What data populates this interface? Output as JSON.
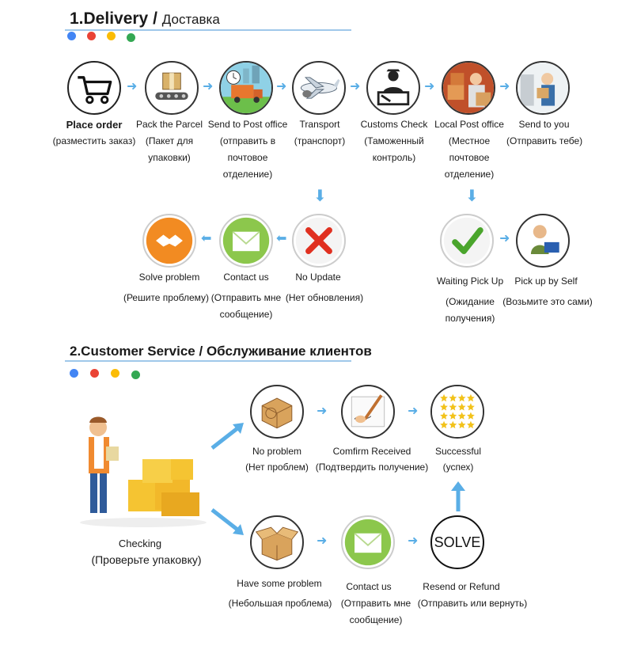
{
  "section1": {
    "title": "1.Delivery",
    "sep": "/",
    "subtitle": "Доставка",
    "dots": [
      "#4285f4",
      "#ea4335",
      "#fbbc05",
      "#34a853"
    ],
    "steps": [
      {
        "id": "place-order",
        "label": "Place order",
        "sub": "(разместить заказ)",
        "icon": "cart-icon"
      },
      {
        "id": "pack-parcel",
        "label": "Pack the Parcel",
        "sub": "(Пакет для\nупаковки)",
        "icon": "box-conveyor-icon"
      },
      {
        "id": "send-post",
        "label": "Send to Post office",
        "sub": "(отправить в\nпочтовое\nотделение)",
        "icon": "truck-icon"
      },
      {
        "id": "transport",
        "label": "Transport",
        "sub": "(транспорт)",
        "icon": "airplane-icon"
      },
      {
        "id": "customs",
        "label": "Customs Check",
        "sub": "(Таможенный\nконтроль)",
        "icon": "customs-officer-icon"
      },
      {
        "id": "local-post",
        "label": "Local Post office",
        "sub": "(Местное\nпочтовое\nотделение)",
        "icon": "local-post-icon"
      },
      {
        "id": "send-you",
        "label": "Send to you",
        "sub": "(Отправить тебе)",
        "icon": "courier-icon"
      }
    ],
    "branch": [
      {
        "id": "solve-problem",
        "label": "Solve problem",
        "sub": "(Решите проблему)",
        "icon": "handshake-icon"
      },
      {
        "id": "contact-us",
        "label": "Contact us",
        "sub": "(Отправить мне\nсообщение)",
        "icon": "envelope-icon"
      },
      {
        "id": "no-update",
        "label": "No Update",
        "sub": "(Нет обновления)",
        "icon": "red-x-icon"
      },
      {
        "id": "waiting-pickup",
        "label": "Waiting Pick Up",
        "sub": "(Ожидание\nполучения)",
        "icon": "checkmark-icon"
      },
      {
        "id": "pickup-self",
        "label": "Pick up by Self",
        "sub": "(Возьмите это сами)",
        "icon": "person-basket-icon"
      }
    ]
  },
  "section2": {
    "title": "2.Customer Service",
    "sep": "/",
    "subtitle": "Обслуживание клиентов",
    "dots": [
      "#4285f4",
      "#ea4335",
      "#fbbc05",
      "#34a853"
    ],
    "checking": {
      "label": "Checking",
      "sub": "(Проверьте упаковку)",
      "icon": "man-with-boxes-icon"
    },
    "top_row": [
      {
        "id": "no-problem",
        "label": "No problem",
        "sub": "(Нет проблем)",
        "icon": "free-shipping-box-icon"
      },
      {
        "id": "confirm-received",
        "label": "Comfirm Received",
        "sub": "(Подтвердить получение)",
        "icon": "signing-pen-icon"
      },
      {
        "id": "successful",
        "label": "Successful",
        "sub": "(успех)",
        "icon": "stars-icon"
      }
    ],
    "bottom_row": [
      {
        "id": "have-problem",
        "label": "Have some problem",
        "sub": "(Небольшая проблема)",
        "icon": "open-box-icon"
      },
      {
        "id": "contact-us-2",
        "label": "Contact us",
        "sub": "(Отправить мне\nсообщение)",
        "icon": "envelope-icon"
      },
      {
        "id": "resend-refund",
        "label": "Resend or Refund",
        "sub": "(Отправить или вернуть)",
        "icon": "solve-icon"
      }
    ],
    "solve_text": "SOLVE"
  }
}
